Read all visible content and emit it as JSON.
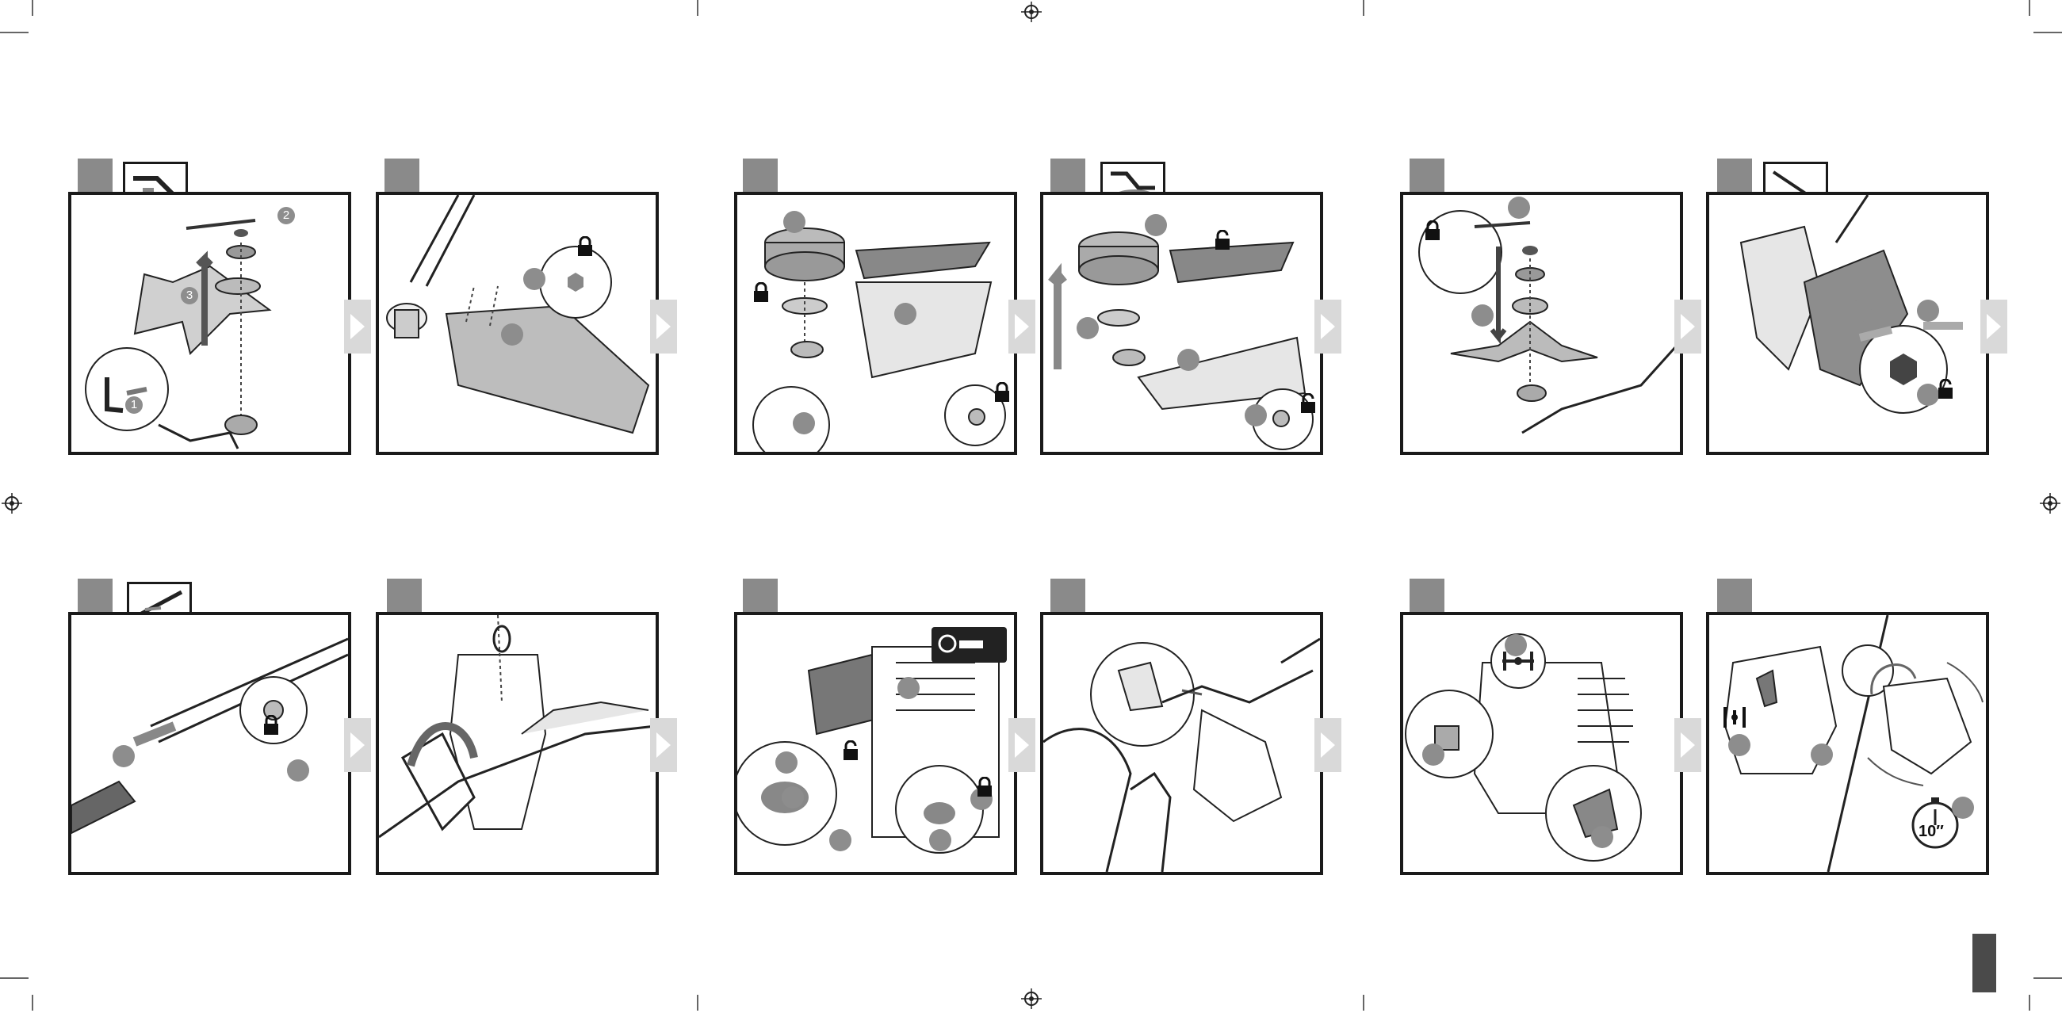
{
  "document": {
    "type": "assembly-instruction-sheet",
    "step_numbers_top": [
      "1",
      "2",
      "3"
    ],
    "bottom_left_numbers": [
      "1"
    ],
    "timer_value": "10″",
    "colors": {
      "frame": "#1a1a1a",
      "tab": "#8a8a8a",
      "badge": "#8d8d8d",
      "arrow": "#d9d9d9",
      "dark": "#4a4a4a"
    }
  },
  "icons": {
    "panel1_tool": "hex-key-icon",
    "panel4_tool": "spool-key-icon",
    "panel6_tool": "screwdriver-icon",
    "panel7_tool": "hex-rod-icon",
    "lock": "lock-icon",
    "unlock": "unlock-icon",
    "next": "next-arrow-icon",
    "registration": "registration-mark-icon",
    "choke": "choke-icon",
    "timer": "stopwatch-icon"
  }
}
